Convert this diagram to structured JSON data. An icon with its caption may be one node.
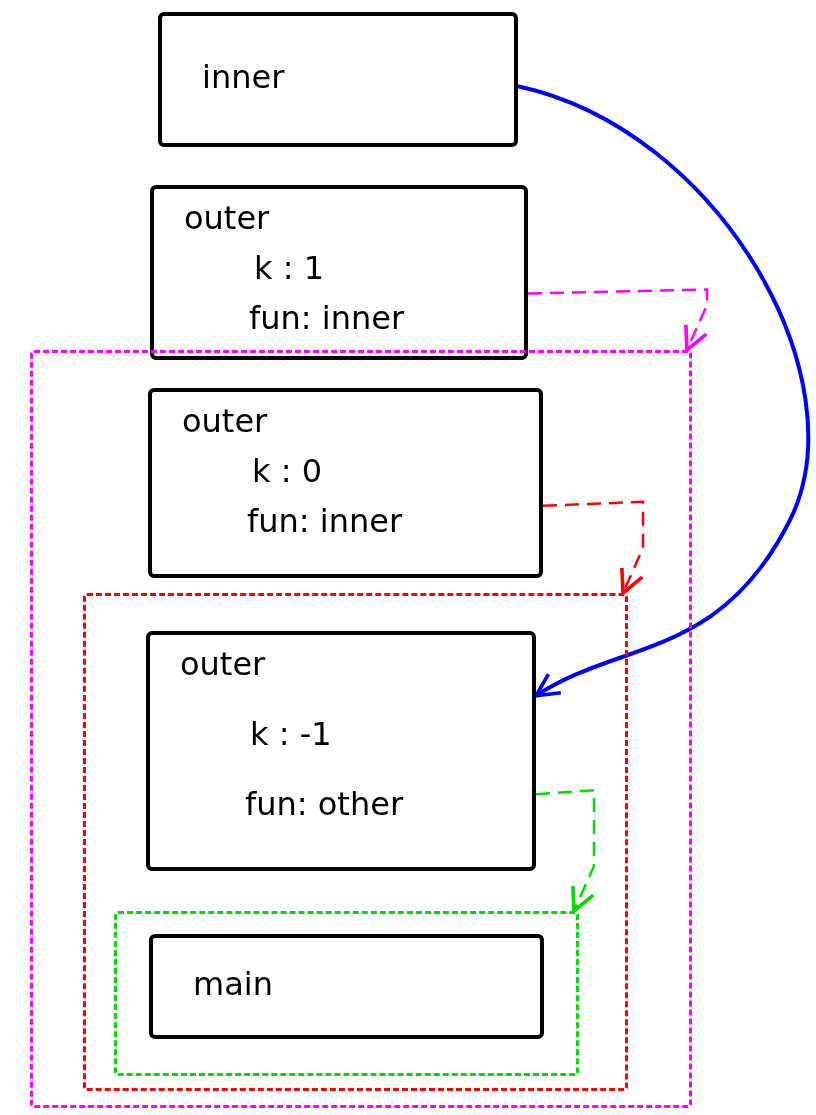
{
  "diagram": {
    "nodes": [
      {
        "text": [
          "inner"
        ]
      },
      {
        "text": [
          "outer",
          "k : 1",
          "fun: inner"
        ]
      },
      {
        "text": [],
        "shape": "box"
      },
      {
        "text": [
          "outer",
          "k : 0",
          "fun: inner"
        ],
        "in": 2
      },
      {
        "text": [],
        "shape": "box",
        "in": 2
      },
      {
        "text": [
          "outer",
          "k : -1",
          "fun: other"
        ],
        "in": 4
      },
      {
        "text": [],
        "shape": "box",
        "in": 4
      },
      {
        "text": [
          "main"
        ],
        "in": 6
      }
    ],
    "edges": [
      {
        "from": 0,
        "to": 5,
        "arrow": "to",
        "color": "#0000ff"
      },
      {
        "from": 1,
        "to": 2,
        "arrow": "to",
        "style": "dashed",
        "color": "#ff00ff"
      },
      {
        "from": 3,
        "to": 4,
        "arrow": "to",
        "style": "dashed",
        "color": "#ff0000"
      },
      {
        "from": 5,
        "to": 6,
        "arrow": "to",
        "style": "dashed",
        "color": "#00dd00"
      }
    ]
  }
}
